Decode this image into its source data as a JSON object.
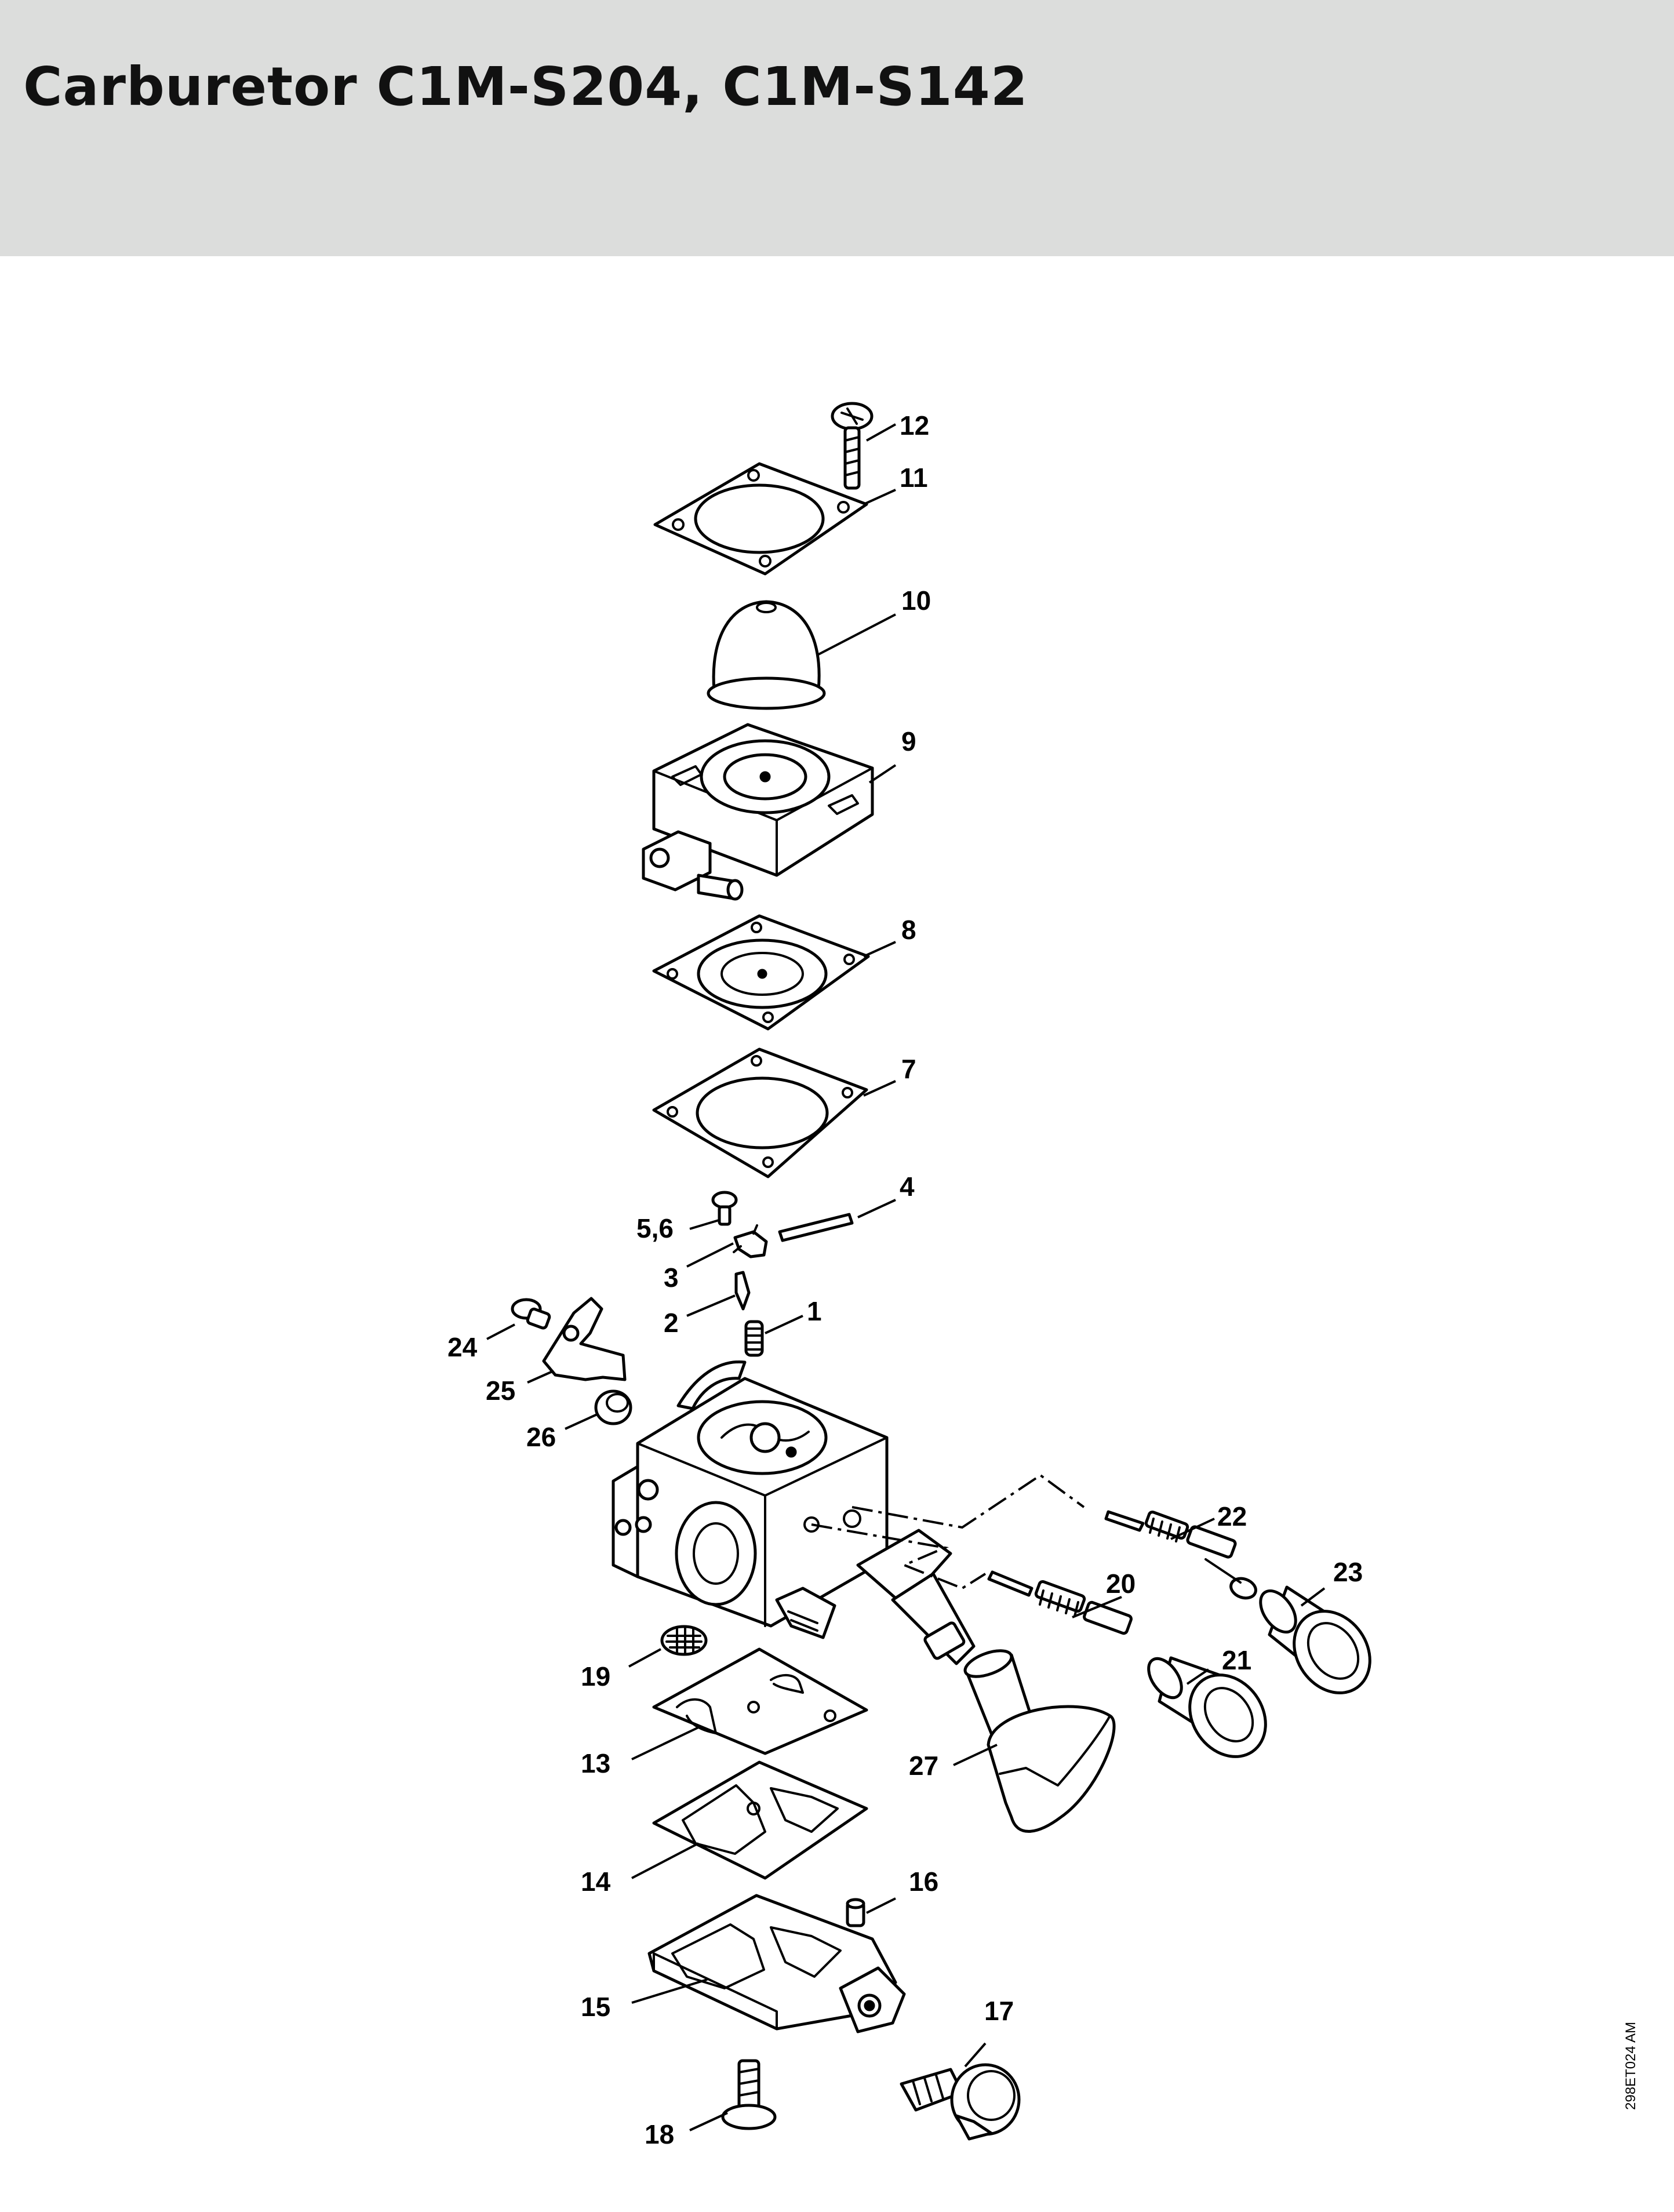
{
  "title": "Carburetor C1M-S204, C1M-S142",
  "drawing_code": "298ET024 AM",
  "callouts": {
    "c1": "1",
    "c2": "2",
    "c3": "3",
    "c4": "4",
    "c56": "5,6",
    "c7": "7",
    "c8": "8",
    "c9": "9",
    "c10": "10",
    "c11": "11",
    "c12": "12",
    "c13": "13",
    "c14": "14",
    "c15": "15",
    "c16": "16",
    "c17": "17",
    "c18": "18",
    "c19": "19",
    "c20": "20",
    "c21": "21",
    "c22": "22",
    "c23": "23",
    "c24": "24",
    "c25": "25",
    "c26": "26",
    "c27": "27"
  }
}
